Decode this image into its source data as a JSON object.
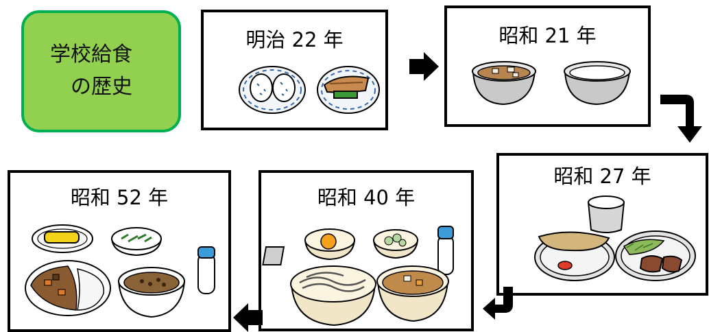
{
  "title": {
    "line1": "学校給食",
    "line2": "の歴史"
  },
  "eras": [
    {
      "label": "明治 22 年",
      "foods": [
        "onigiri-plate",
        "grilled-fish-plate"
      ]
    },
    {
      "label": "昭和 21 年",
      "foods": [
        "miso-soup-bowl",
        "milk-bowl"
      ]
    },
    {
      "label": "昭和 27 年",
      "foods": [
        "milk-cup",
        "koppepan-plate",
        "salad-and-whale-plate"
      ]
    },
    {
      "label": "昭和 40 年",
      "foods": [
        "cheese",
        "soft-noodles",
        "fried-egg-bowl",
        "dressed-vegetables",
        "stew-bowl",
        "milk-bottle"
      ]
    },
    {
      "label": "昭和 52 年",
      "foods": [
        "omelette-plate",
        "greens-bowl",
        "curry-rice",
        "bean-stew-bowl",
        "milk-bottle"
      ]
    }
  ],
  "flow_order": [
    "明治 22 年",
    "昭和 21 年",
    "昭和 27 年",
    "昭和 40 年",
    "昭和 52 年"
  ],
  "colors": {
    "title_fill": "#92d050",
    "title_border": "#00b050",
    "arrow": "#000000"
  }
}
